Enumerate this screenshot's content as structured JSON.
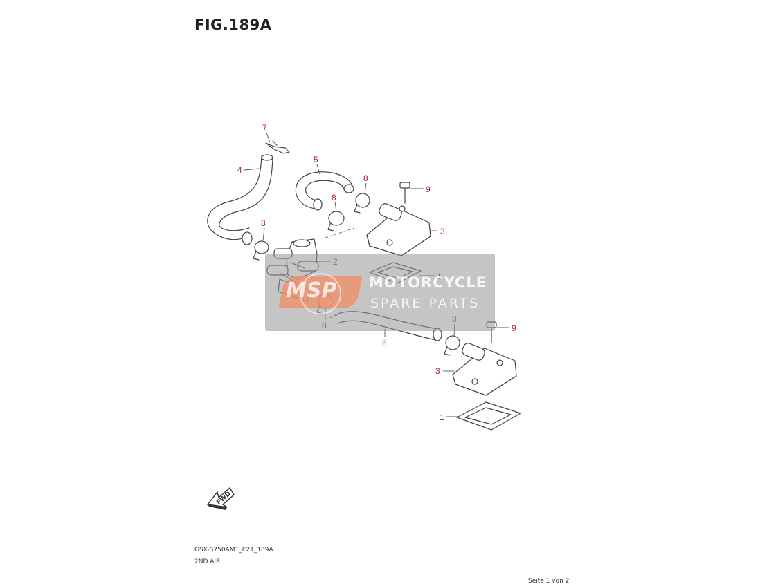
{
  "figure": {
    "title": "FIG.189A",
    "model_code": "GSX-S750AM1_E21_189A",
    "section_name": "2ND AIR",
    "page_indicator": "Seite 1 von 2",
    "fwd_label": "FWD"
  },
  "watermark": {
    "logo_text": "MSP",
    "line1": "MOTORCYCLE",
    "line2": "SPARE PARTS"
  },
  "callouts": [
    "7",
    "4",
    "5",
    "8",
    "9",
    "8",
    "8",
    "3",
    "2",
    "1",
    "8",
    "8",
    "6",
    "9",
    "3",
    "1"
  ],
  "colors": {
    "callout": "#b02020",
    "line": "#444444",
    "watermark_bg": "#969696",
    "watermark_logo": "#f08c64"
  }
}
